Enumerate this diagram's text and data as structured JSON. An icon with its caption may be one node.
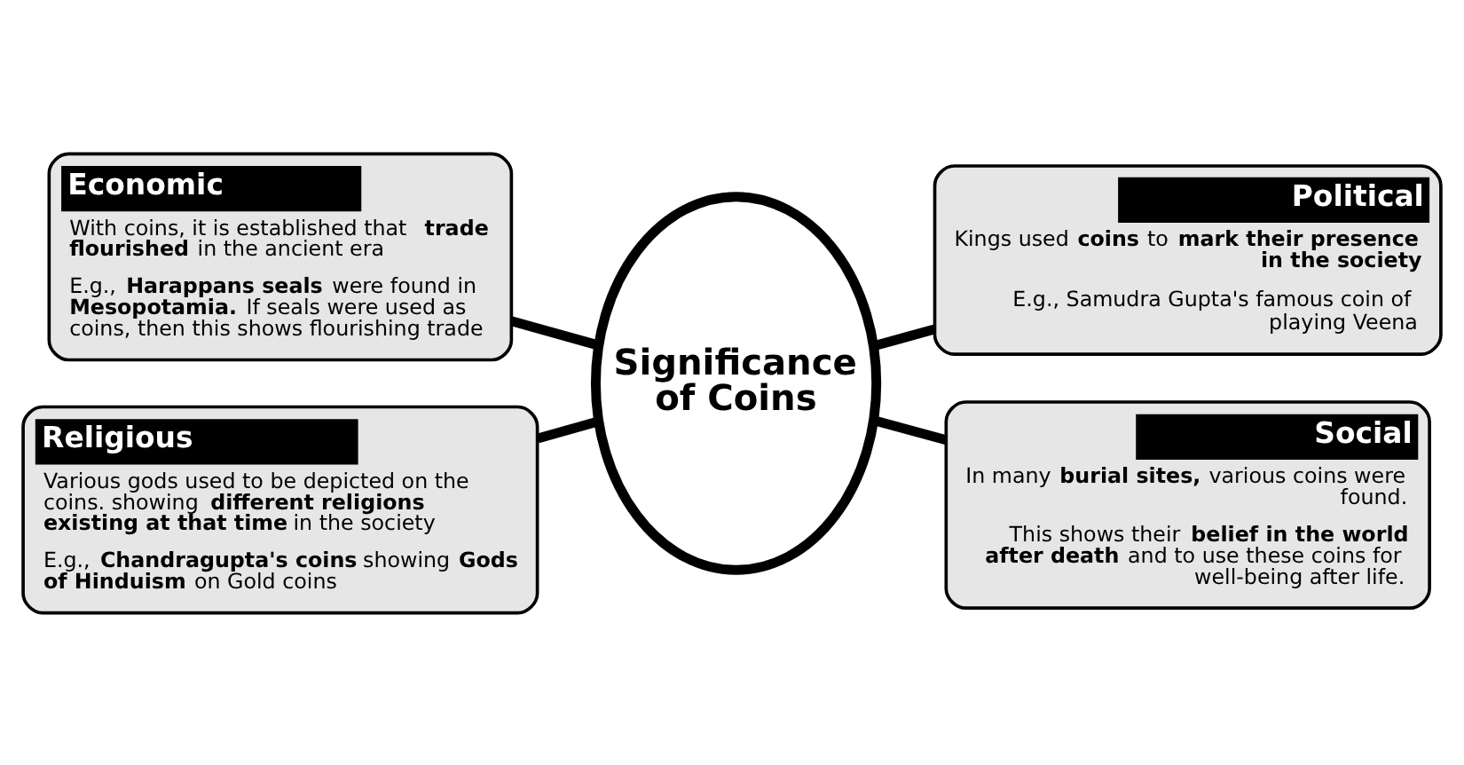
{
  "diagram": {
    "nodes": [
      {
        "text": [
          "Economic",
          "With coins, it is established that **trade flourished** in the ancient era",
          "E.g., **Harappans seals** were found in **Mesopotamia.** If seals were used as coins, then this shows flourishing trade"
        ]
      },
      {
        "text": [
          "Political",
          "Kings used **coins** to **mark their presence in the society**",
          "E.g., Samudra Gupta's famous coin of playing Veena"
        ]
      },
      {
        "text": [
          "Significance of Coins"
        ]
      },
      {
        "text": [
          "Religious",
          "Various gods used to be depicted on the coins. showing **different religions existing at that time** in the society",
          "E.g., **Chandragupta's coins** showing **Gods of Hinduism** on Gold coins"
        ]
      },
      {
        "text": [
          "Social",
          "In many **burial sites,** various coins were found.",
          "This shows their **belief in the world after death** and to use these coins for well-being after life."
        ]
      }
    ],
    "edges": [
      {
        "from": 0,
        "to": 2,
        "arrow": "none"
      },
      {
        "from": 2,
        "to": 1,
        "arrow": "none"
      },
      {
        "from": 3,
        "to": 2,
        "arrow": "none"
      },
      {
        "from": 2,
        "to": 4,
        "arrow": "none"
      }
    ]
  }
}
